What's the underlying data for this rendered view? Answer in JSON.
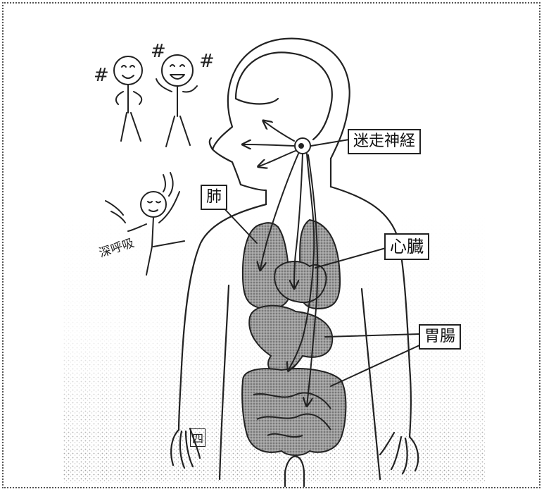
{
  "labels": {
    "vagus_nerve": "迷走神経",
    "lungs": "肺",
    "heart": "心臓",
    "stomach_intestines": "胃腸",
    "deep_breathing": "深呼吸",
    "hash_mark": "#",
    "stamp": "四"
  },
  "colors": {
    "ink": "#222222",
    "organ_fill": "#8f8f8f",
    "shade": "#c9c9c9",
    "paper": "#ffffff"
  }
}
